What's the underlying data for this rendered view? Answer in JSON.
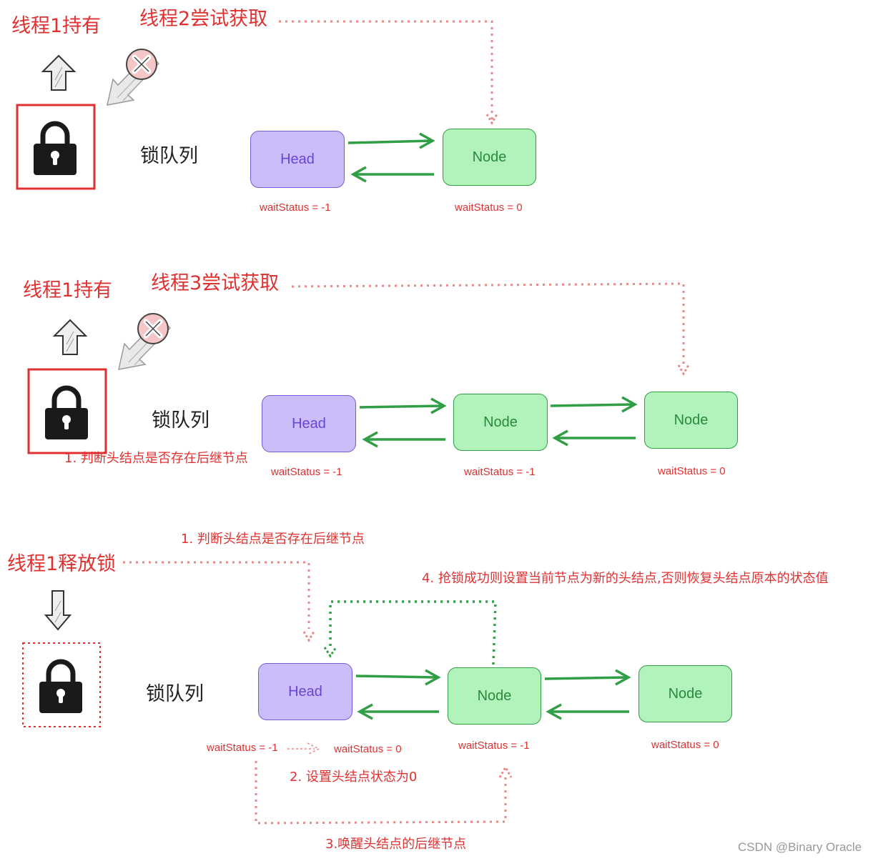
{
  "colors": {
    "red": "#e03131",
    "green_arrow": "#2f9e44",
    "head_fill": "#cbbdf9",
    "node_fill": "#b2f2bb",
    "lock": "#1a1a1a"
  },
  "icons": [
    "lock-icon",
    "arrow-up-icon",
    "arrow-down-icon",
    "cross-icon"
  ],
  "panel1": {
    "holder": "线程1持有",
    "attempt": "线程2尝试获取",
    "queue_label": "锁队列",
    "nodes": [
      {
        "label": "Head",
        "status": "waitStatus = -1"
      },
      {
        "label": "Node",
        "status": "waitStatus = 0"
      }
    ]
  },
  "panel2": {
    "holder": "线程1持有",
    "attempt": "线程3尝试获取",
    "queue_label": "锁队列",
    "note": "1. 判断头结点是否存在后继节点",
    "nodes": [
      {
        "label": "Head",
        "status": "waitStatus = -1"
      },
      {
        "label": "Node",
        "status": "waitStatus = -1"
      },
      {
        "label": "Node",
        "status": "waitStatus = 0"
      }
    ]
  },
  "panel3": {
    "release": "线程1释放锁",
    "queue_label": "锁队列",
    "step1": "1. 判断头结点是否存在后继节点",
    "step2": "2. 设置头结点状态为0",
    "step3": "3.唤醒头结点的后继节点",
    "step4": "4. 抢锁成功则设置当前节点为新的头结点,否则恢复头结点原本的状态值",
    "head_status_old": "waitStatus = -1",
    "head_status_new": "waitStatus = 0",
    "nodes": [
      {
        "label": "Head"
      },
      {
        "label": "Node",
        "status": "waitStatus = -1"
      },
      {
        "label": "Node",
        "status": "waitStatus = 0"
      }
    ]
  },
  "watermark": "CSDN @Binary Oracle"
}
